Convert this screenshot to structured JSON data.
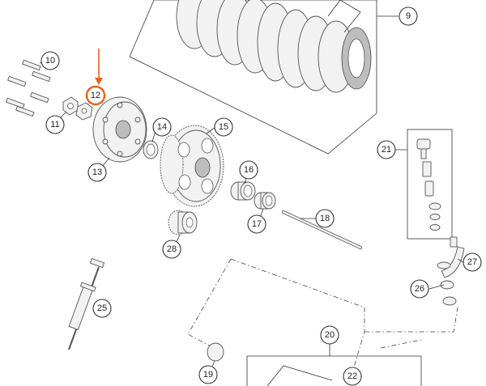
{
  "diagram": {
    "callouts": [
      {
        "id": "c9",
        "label": "9"
      },
      {
        "id": "c10",
        "label": "10"
      },
      {
        "id": "c11",
        "label": "11"
      },
      {
        "id": "c12",
        "label": "12"
      },
      {
        "id": "c13",
        "label": "13"
      },
      {
        "id": "c14",
        "label": "14"
      },
      {
        "id": "c15",
        "label": "15"
      },
      {
        "id": "c16",
        "label": "16"
      },
      {
        "id": "c17",
        "label": "17"
      },
      {
        "id": "c18",
        "label": "18"
      },
      {
        "id": "c19",
        "label": "19"
      },
      {
        "id": "c20",
        "label": "20"
      },
      {
        "id": "c21",
        "label": "21"
      },
      {
        "id": "c22",
        "label": "22"
      },
      {
        "id": "c25",
        "label": "25"
      },
      {
        "id": "c26",
        "label": "26"
      },
      {
        "id": "c27",
        "label": "27"
      },
      {
        "id": "c28",
        "label": "28"
      }
    ],
    "highlighted_callout": "12",
    "highlight_color": "#e8621c"
  }
}
